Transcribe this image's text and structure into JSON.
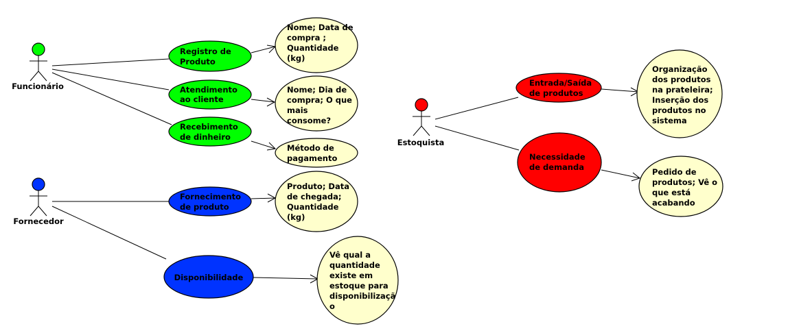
{
  "colors": {
    "green": "#00ff00",
    "blue": "#0033ff",
    "red": "#ff0000",
    "note": "#ffffcc"
  },
  "actors": {
    "funcionario": "Funcionário",
    "fornecedor": "Fornecedor",
    "estoquista": "Estoquista"
  },
  "use_cases": {
    "registro": [
      "Registro de",
      "Produto"
    ],
    "atendimento": [
      "Atendimento",
      "ao cliente"
    ],
    "recebimento": [
      "Recebimento",
      "de dinheiro"
    ],
    "fornecimento": [
      "Fornecimento",
      "de produto"
    ],
    "disponibilidade": [
      "Disponibilidade"
    ],
    "entrada_saida": [
      "Entrada/Saída",
      "de produtos"
    ],
    "necessidade": [
      "Necessidade",
      "de demanda"
    ]
  },
  "notes": {
    "registro": [
      "Nome; Data de",
      "compra ;",
      "Quantidade",
      "(kg)"
    ],
    "atendimento": [
      "Nome; Dia de",
      "compra; O que",
      "mais",
      "consome?"
    ],
    "recebimento": [
      "Método de",
      "pagamento"
    ],
    "fornecimento": [
      "Produto; Data",
      "de chegada;",
      "Quantidade",
      "(kg)"
    ],
    "disponibilidade": [
      "Vê qual a",
      "quantidade",
      "existe em",
      "estoque para",
      "disponibilizaçã",
      "o"
    ],
    "entrada_saida": [
      "Organização",
      "dos produtos",
      "na prateleira;",
      "Inserção dos",
      "produtos no",
      "sistema"
    ],
    "necessidade": [
      "Pedido de",
      "produtos; Vê o",
      "que está",
      "acabando"
    ]
  }
}
